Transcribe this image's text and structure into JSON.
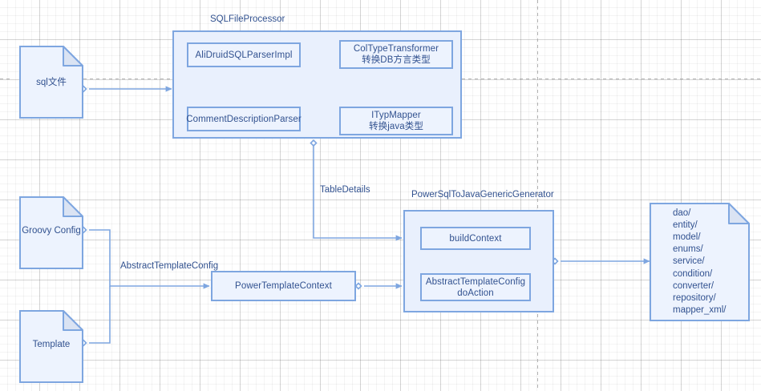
{
  "diagram": {
    "title": "SQL to Java code generation flow",
    "colors": {
      "stroke": "#7EA6E0",
      "fill": "#EDF3FE",
      "container_fill": "#E9F0FD",
      "text": "#31518F",
      "fold_fill": "#DAE3F3",
      "grid_minor": "#F0F0F0",
      "grid_major": "#DDDDDD",
      "page_break": "#B0B0B0"
    }
  },
  "documents": {
    "sql_file": {
      "label": "sql文件"
    },
    "groovy_config": {
      "label": "Groovy Config"
    },
    "template": {
      "label": "Template"
    },
    "output": {
      "label": "dao/\nentity/\nmodel/\nenums/\nservice/\ncondition/\nconverter/\nrepository/\nmapper_xml/",
      "items": [
        "dao/",
        "entity/",
        "model/",
        "enums/",
        "service/",
        "condition/",
        "converter/",
        "repository/",
        "mapper_xml/"
      ]
    }
  },
  "containers": {
    "sql_file_processor": {
      "label": "SQLFileProcessor",
      "nodes": {
        "ali_druid_parser": {
          "label": "AliDruidSQLParserImpl"
        },
        "col_type_transformer": {
          "label": "ColTypeTransformer\n转换DB方言类型",
          "line1": "ColTypeTransformer",
          "line2": "转换DB方言类型"
        },
        "comment_description_parser": {
          "label": "CommentDescriptionParser"
        },
        "ityp_mapper": {
          "label": "ITypMapper\n转换java类型",
          "line1": "ITypMapper",
          "line2": "转换java类型"
        }
      }
    },
    "power_generator": {
      "label": "PowerSqlToJavaGenericGenerator",
      "nodes": {
        "build_context": {
          "label": "buildContext"
        },
        "abstract_template_config_do_action": {
          "label": "AbstractTemplateConfig\ndoAction",
          "line1": "AbstractTemplateConfig",
          "line2": "doAction"
        }
      }
    }
  },
  "nodes": {
    "power_template_context": {
      "label": "PowerTemplateContext"
    }
  },
  "edge_labels": {
    "table_details": "TableDetails",
    "abstract_template_config": "AbstractTemplateConfig"
  }
}
